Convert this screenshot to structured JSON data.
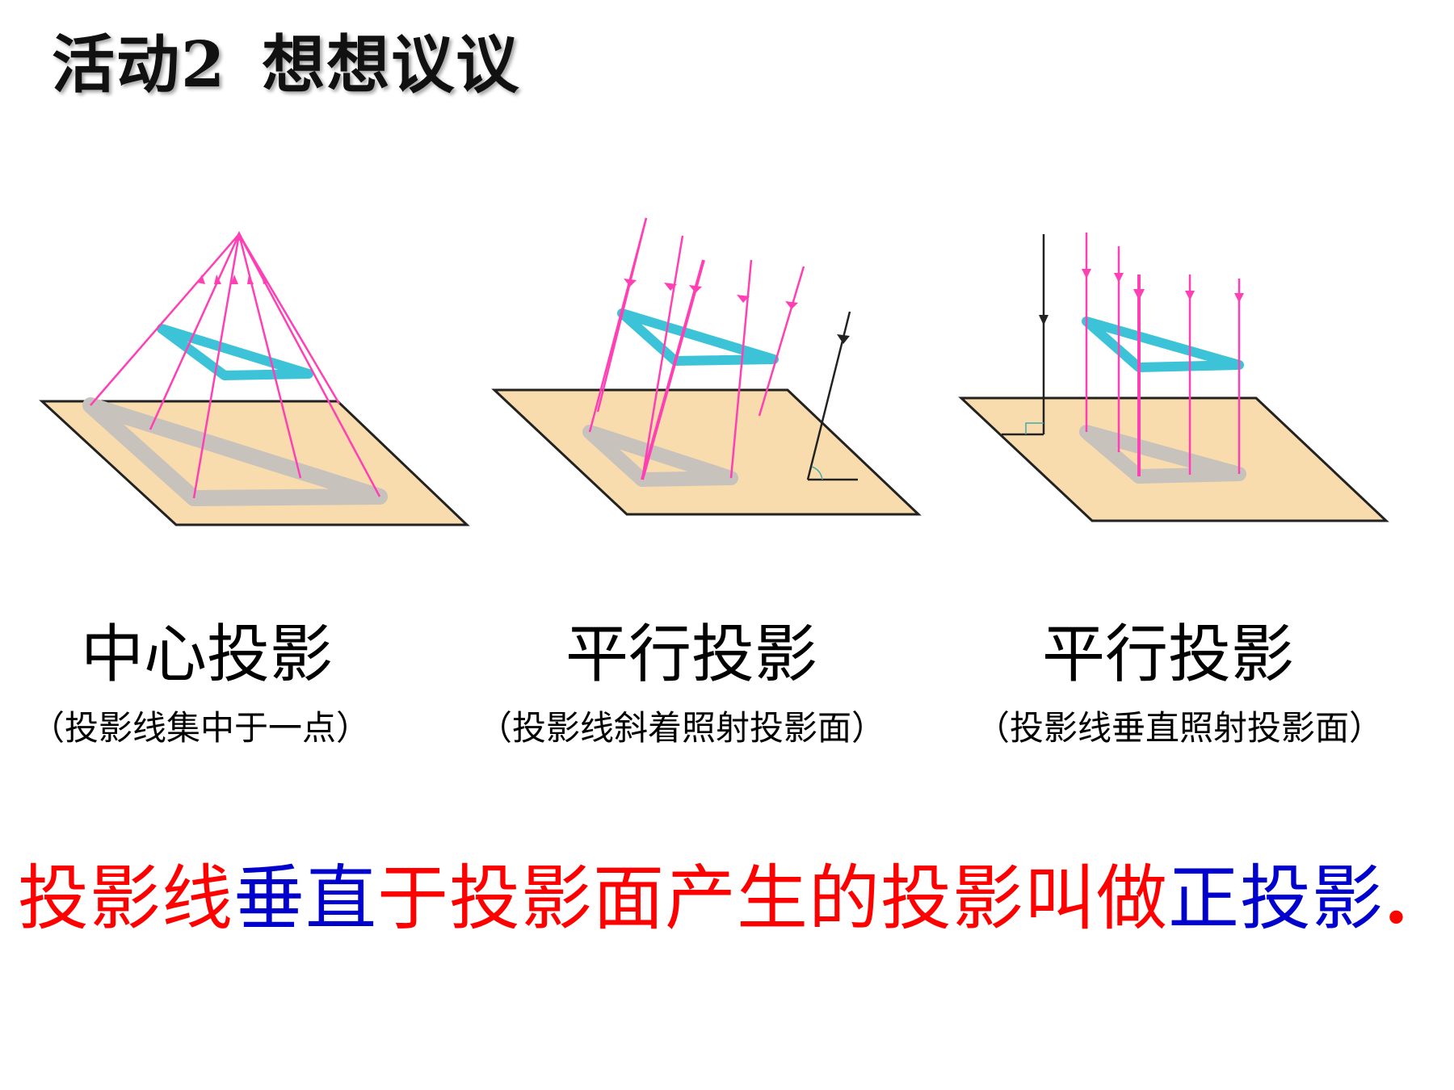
{
  "slide": {
    "title_part1": "活动2",
    "title_part2": "想想议议"
  },
  "panels": [
    {
      "label": "中心投影",
      "sublabel": "（投影线集中于一点）"
    },
    {
      "label": "平行投影",
      "sublabel": "（投影线斜着照射投影面）"
    },
    {
      "label": "平行投影",
      "sublabel": "（投影线垂直照射投影面）"
    }
  ],
  "conclusion": {
    "seg1": "投影线",
    "seg2": "垂直",
    "seg3": "于投影面产生的投影叫做",
    "seg4": "正投影",
    "seg5": "."
  },
  "colors": {
    "plane_fill": "#f9dcad",
    "plane_stroke": "#222222",
    "object_fill": "#3cc3d8",
    "shadow_fill": "#c8c2bd",
    "ray_color": "#ff3fb4",
    "black_ray": "#222222",
    "emphasis_red": "#ff0000",
    "emphasis_blue": "#0000cc"
  }
}
